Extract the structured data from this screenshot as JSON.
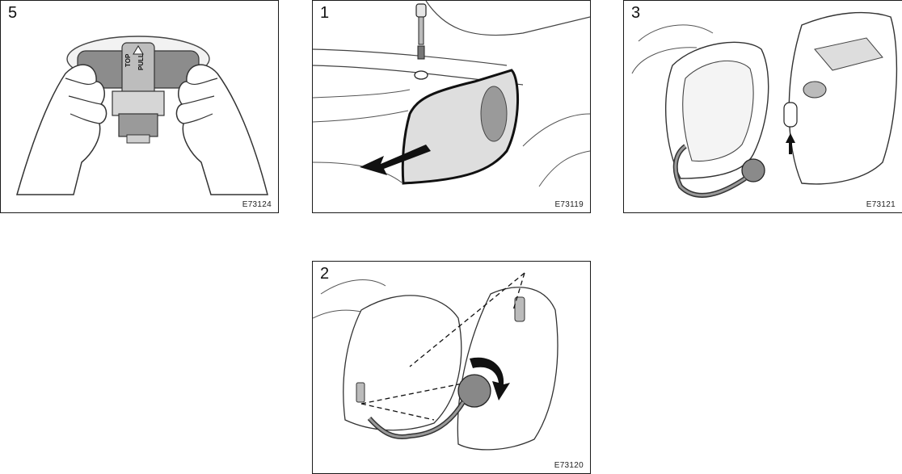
{
  "panels": [
    {
      "step": "5",
      "code": "E73124",
      "label_top": "TOP",
      "label_pull": "PULL"
    },
    {
      "step": "1",
      "code": "E73119"
    },
    {
      "step": "3",
      "code": "E73121"
    },
    {
      "step": "2",
      "code": "E73120"
    }
  ]
}
